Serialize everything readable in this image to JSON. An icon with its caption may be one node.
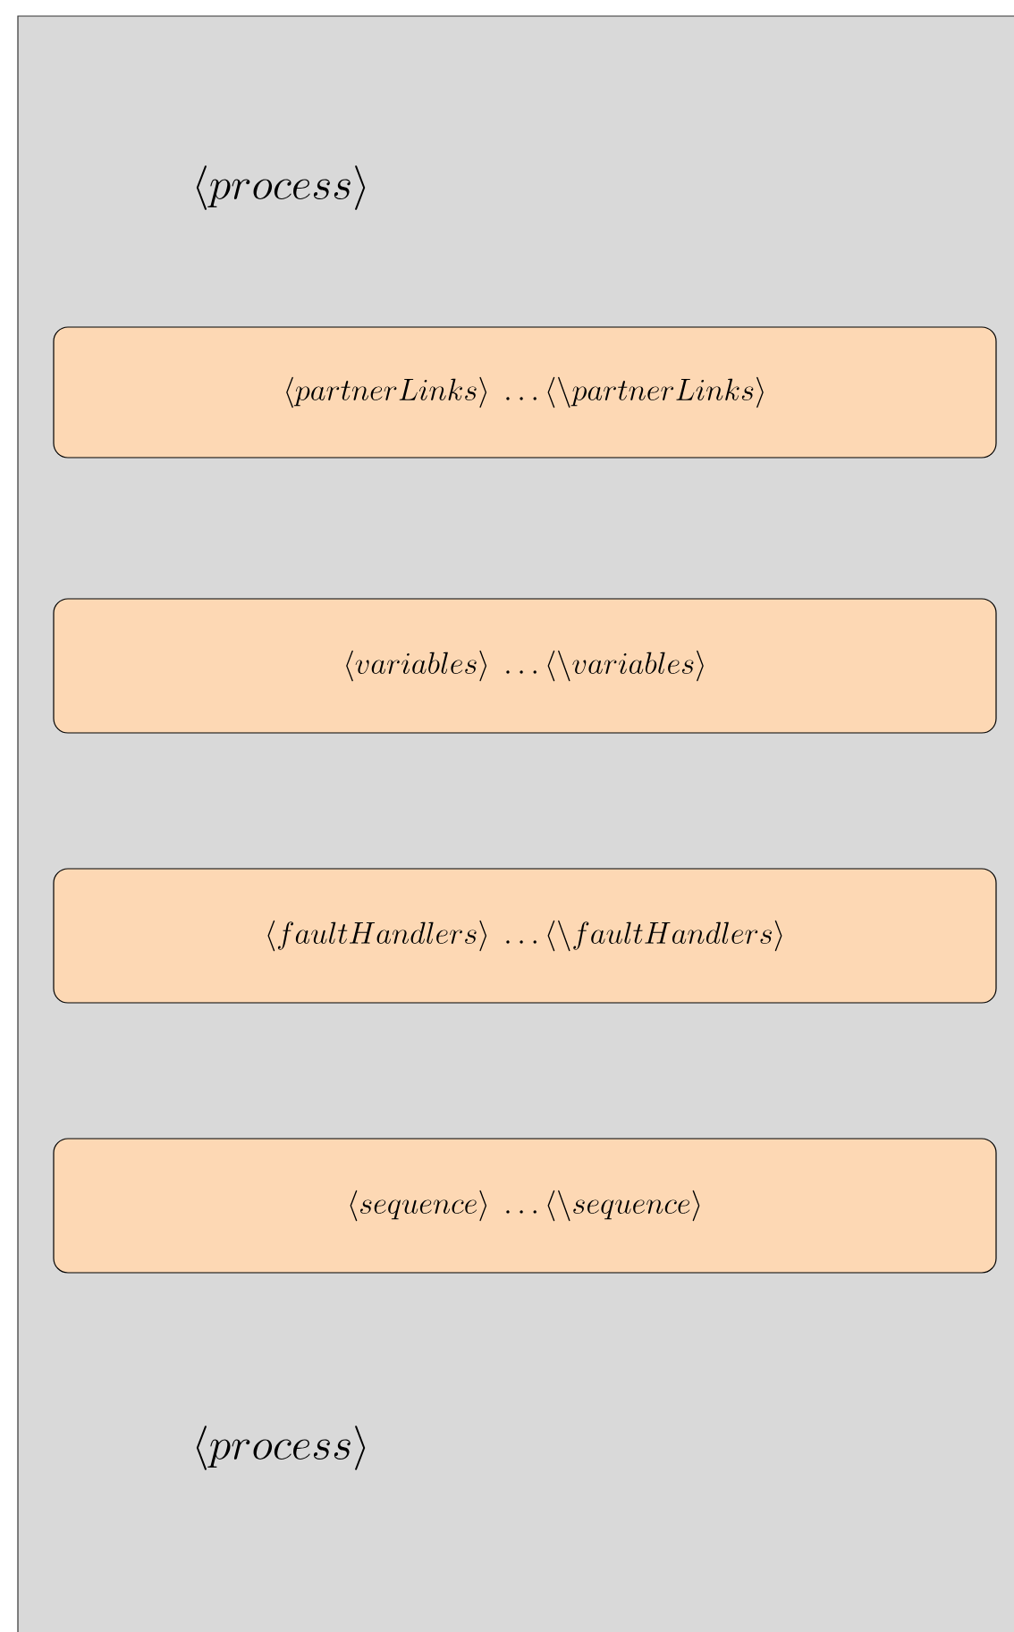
{
  "diagram": {
    "nodes": [
      {
        "text": [
          "\\langle process\\rangle",
          "\\langle process\\rangle"
        ]
      },
      {
        "text": [
          "\\langle partnerLinks\\rangle\\;\\ldots\\langle\\backslash partnerLinks\\rangle"
        ],
        "in": 0
      },
      {
        "text": [
          "\\langle variables\\rangle\\;\\ldots\\langle\\backslash variables\\rangle"
        ],
        "in": 0
      },
      {
        "text": [
          "\\langle faultHandlers\\rangle\\;\\ldots\\langle\\backslash faultHandlers\\rangle"
        ],
        "in": 0
      },
      {
        "text": [
          "\\langle sequence\\rangle\\;\\ldots\\langle\\backslash sequence\\rangle"
        ],
        "in": 0
      }
    ]
  }
}
